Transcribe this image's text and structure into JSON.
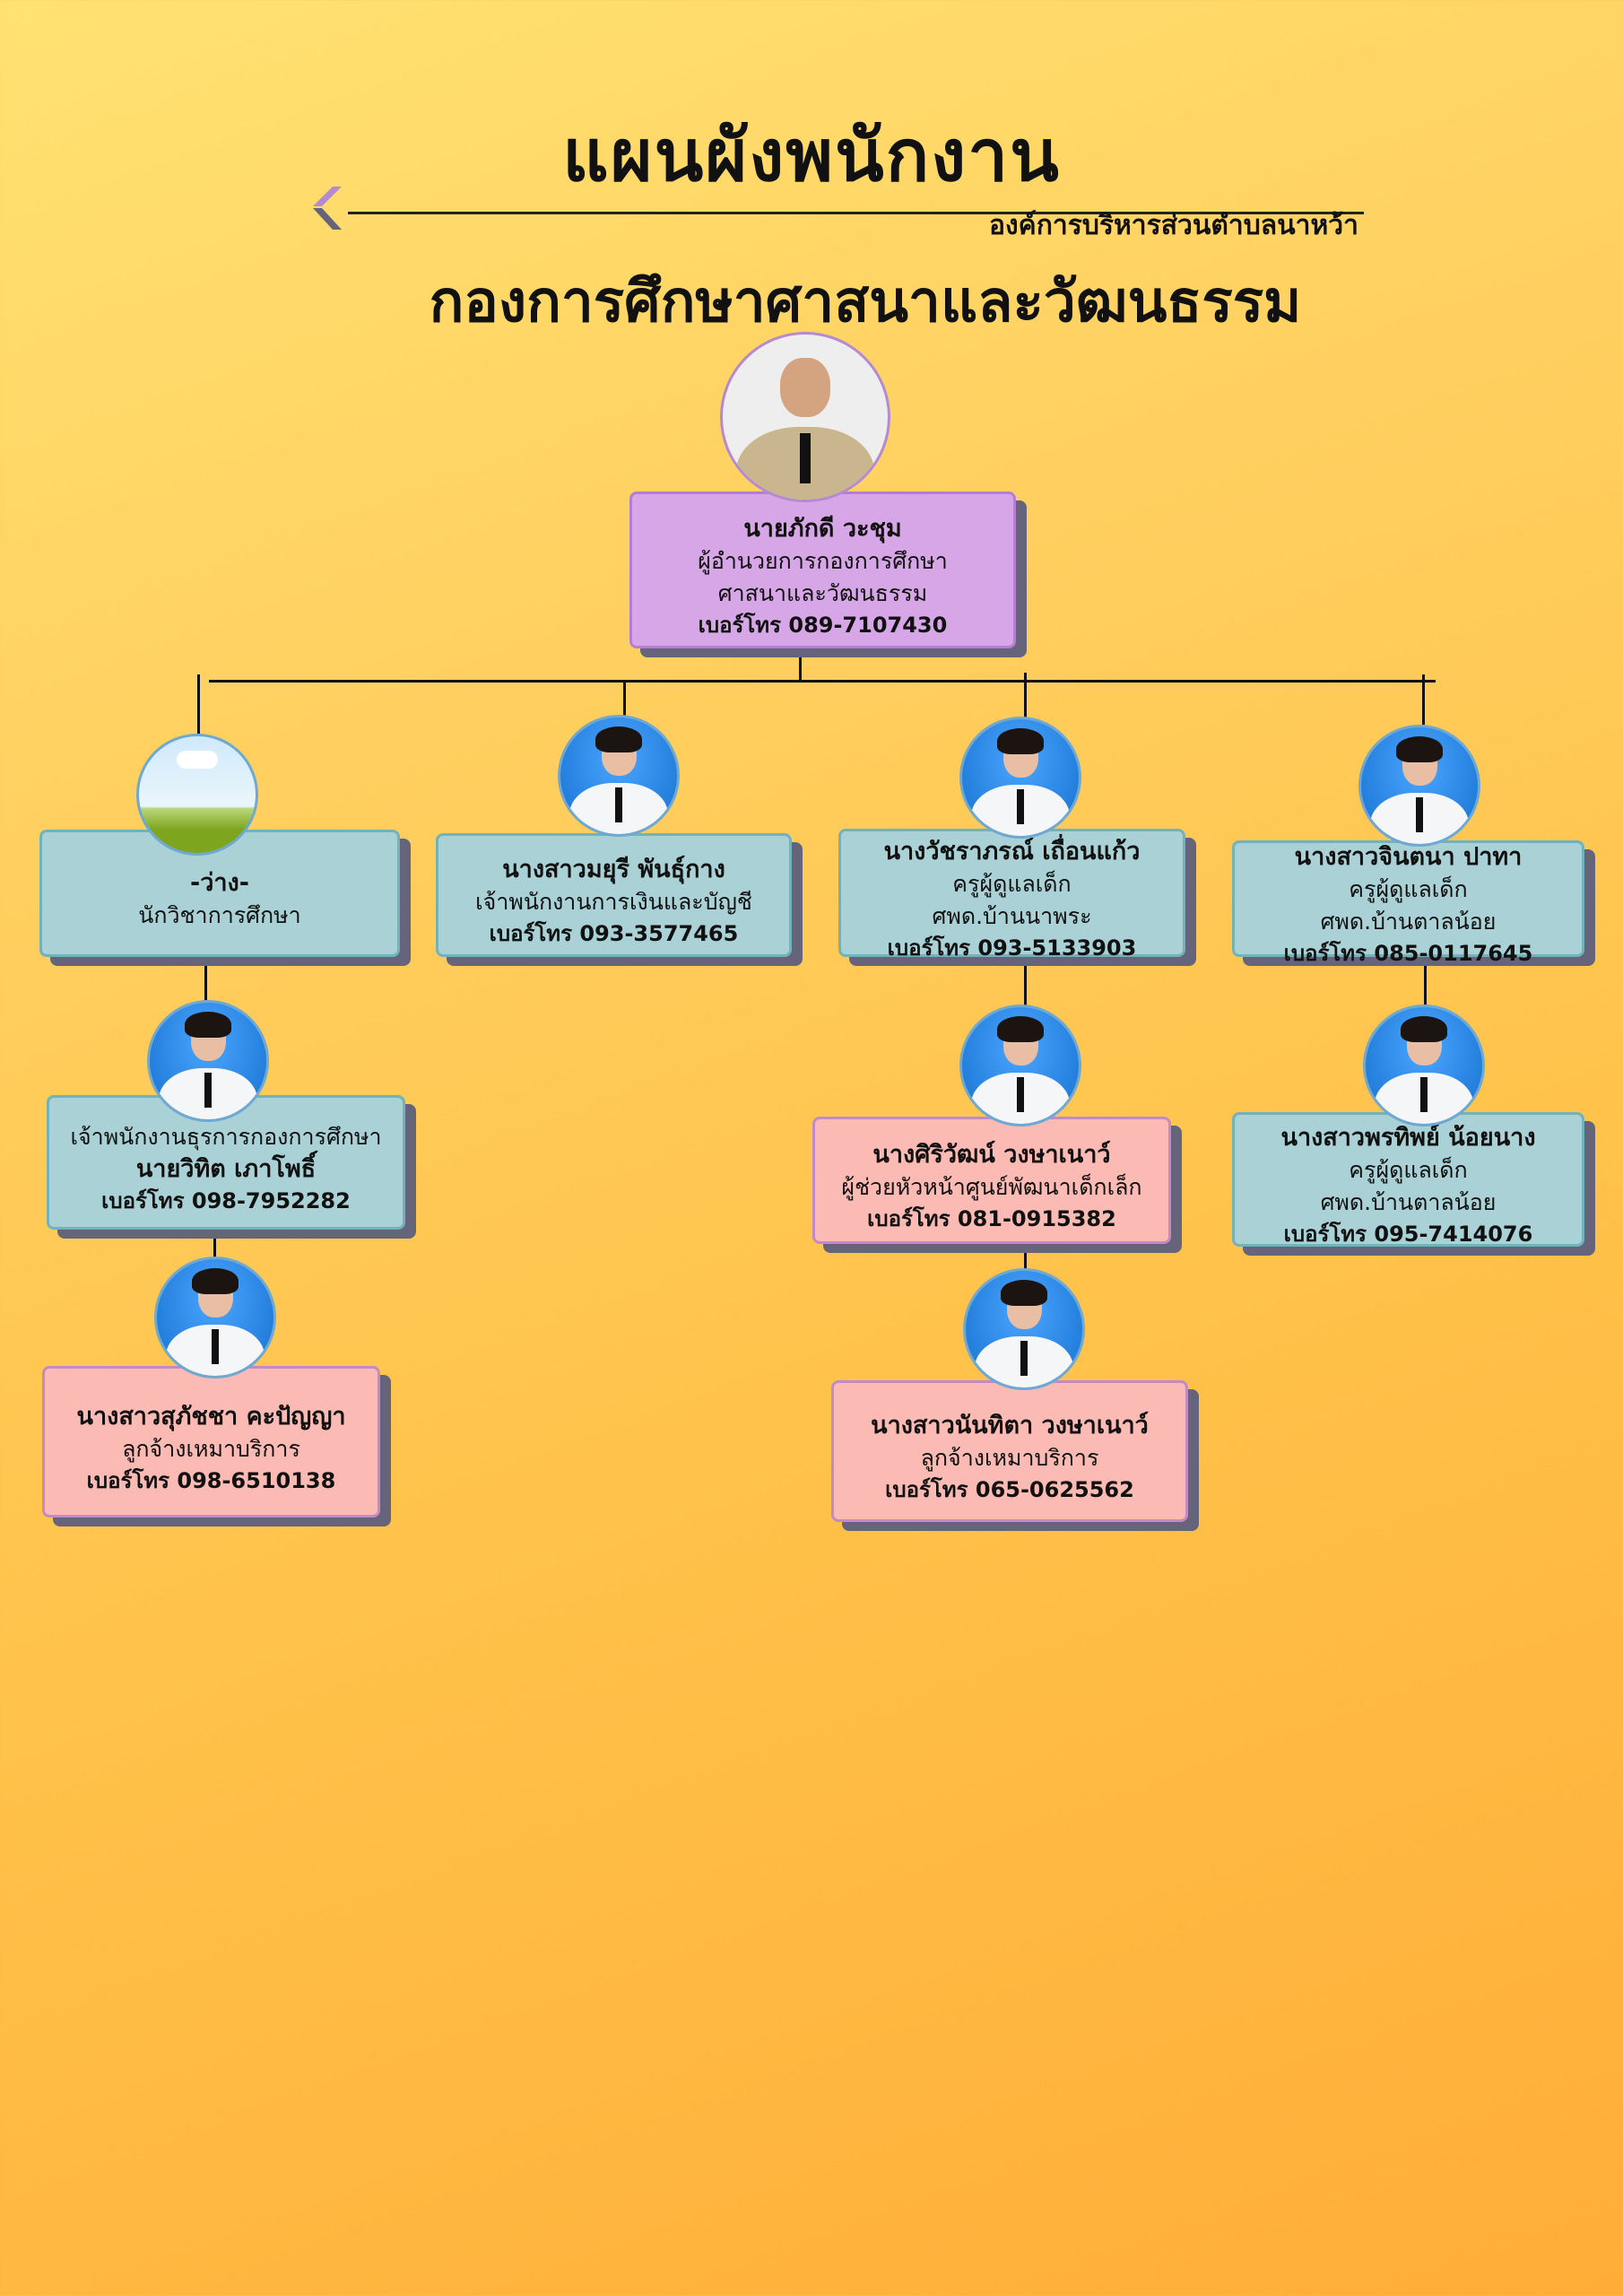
{
  "header": {
    "title": "แผนผังพนักงาน",
    "organization": "องค์การบริหารส่วนตำบลนาหว้า",
    "division": "กองการศึกษาศาสนาและวัฒนธรรม",
    "icon": "chevron-left-icon"
  },
  "colors": {
    "teal": "#a9d1d6",
    "pink": "#fbbab3",
    "purple": "#d6a6e6",
    "shadow": "#66647a"
  },
  "staff": [
    {
      "name": "นายภักดี  วะชุม",
      "role": [
        "ผู้อำนวยการกองการศึกษา",
        "ศาสนาและวัฒนธรรม"
      ],
      "phone": "เบอร์โทร 089-7107430"
    },
    {
      "name": "-ว่าง-",
      "role": [
        "นักวิชาการศึกษา"
      ],
      "phone": null
    },
    {
      "name": "นางสาวมยุรี  พันธุ์กาง",
      "role": [
        "เจ้าพนักงานการเงินและบัญชี"
      ],
      "phone": "เบอร์โทร 093-3577465"
    },
    {
      "name": "นางวัชราภรณ์  เถื่อนแก้ว",
      "role": [
        "ครูผู้ดูแลเด็ก",
        "ศพด.บ้านนาพระ"
      ],
      "phone": "เบอร์โทร 093-5133903"
    },
    {
      "name": "นางสาวจินตนา  ปาทา",
      "role": [
        "ครูผู้ดูแลเด็ก",
        "ศพด.บ้านตาลน้อย"
      ],
      "phone": "เบอร์โทร 085-0117645"
    },
    {
      "name": "นายวิทิต  เภาโพธิ์",
      "role": [
        "เจ้าพนักงานธุรการกองการศึกษา"
      ],
      "phone": "เบอร์โทร 098-7952282"
    },
    {
      "name": "นางศิริวัฒน์  วงษาเนาว์",
      "role": [
        "ผู้ช่วยหัวหน้าศูนย์พัฒนาเด็กเล็ก"
      ],
      "phone": "เบอร์โทร 081-0915382"
    },
    {
      "name": "นางสาวพรทิพย์  น้อยนาง",
      "role": [
        "ครูผู้ดูแลเด็ก",
        "ศพด.บ้านตาลน้อย"
      ],
      "phone": "เบอร์โทร 095-7414076"
    },
    {
      "name": "นางสาวสุภัชชา  คะปัญญา",
      "role": [
        "ลูกจ้างเหมาบริการ"
      ],
      "phone": "เบอร์โทร 098-6510138"
    },
    {
      "name": "นางสาวนันทิตา  วงษาเนาว์",
      "role": [
        "ลูกจ้างเหมาบริการ"
      ],
      "phone": "เบอร์โทร 065-0625562"
    }
  ]
}
